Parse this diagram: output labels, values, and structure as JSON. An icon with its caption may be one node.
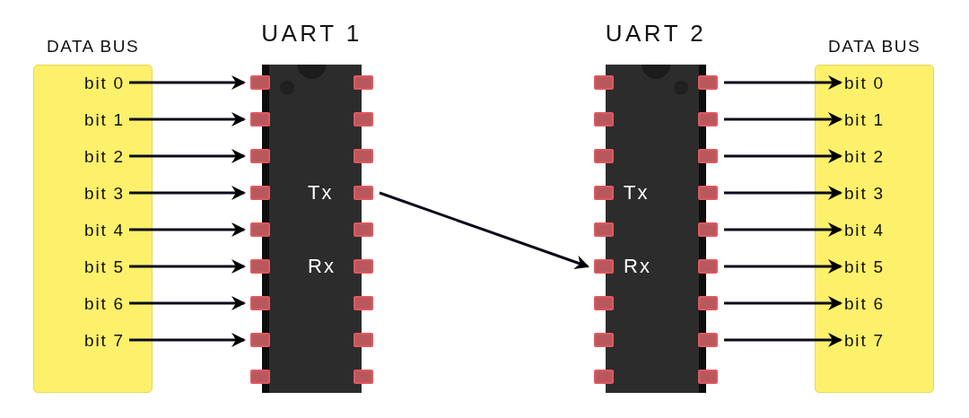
{
  "diagram": {
    "nodes": [
      {
        "text": [
          "DATA BUS"
        ]
      },
      {
        "text": [
          "bit 0"
        ],
        "in": 0
      },
      {
        "text": [
          "bit 1"
        ],
        "in": 0
      },
      {
        "text": [
          "bit 2"
        ],
        "in": 0
      },
      {
        "text": [
          "bit 3"
        ],
        "in": 0
      },
      {
        "text": [
          "bit 4"
        ],
        "in": 0
      },
      {
        "text": [
          "bit 5"
        ],
        "in": 0
      },
      {
        "text": [
          "bit 6"
        ],
        "in": 0
      },
      {
        "text": [
          "bit 7"
        ],
        "in": 0
      },
      {
        "text": [
          "UART 1",
          "Tx",
          "Rx"
        ]
      },
      {
        "text": [
          "UART 2",
          "Tx",
          "Rx"
        ]
      },
      {
        "text": [
          "DATA BUS"
        ]
      },
      {
        "text": [
          "bit 0"
        ],
        "in": 11
      },
      {
        "text": [
          "bit 1"
        ],
        "in": 11
      },
      {
        "text": [
          "bit 2"
        ],
        "in": 11
      },
      {
        "text": [
          "bit 3"
        ],
        "in": 11
      },
      {
        "text": [
          "bit 4"
        ],
        "in": 11
      },
      {
        "text": [
          "bit 5"
        ],
        "in": 11
      },
      {
        "text": [
          "bit 6"
        ],
        "in": 11
      },
      {
        "text": [
          "bit 7"
        ],
        "in": 11
      }
    ],
    "edges": [
      {
        "from": 1,
        "to": 9,
        "arrow": "to"
      },
      {
        "from": 2,
        "to": 9,
        "arrow": "to"
      },
      {
        "from": 3,
        "to": 9,
        "arrow": "to"
      },
      {
        "from": 4,
        "to": 9,
        "arrow": "to"
      },
      {
        "from": 5,
        "to": 9,
        "arrow": "to"
      },
      {
        "from": 6,
        "to": 9,
        "arrow": "to"
      },
      {
        "from": 7,
        "to": 9,
        "arrow": "to"
      },
      {
        "from": 8,
        "to": 9,
        "arrow": "to"
      },
      {
        "from": 9,
        "to": 10,
        "arrow": "to"
      },
      {
        "from": 10,
        "to": 12,
        "arrow": "to"
      },
      {
        "from": 10,
        "to": 13,
        "arrow": "to"
      },
      {
        "from": 10,
        "to": 14,
        "arrow": "to"
      },
      {
        "from": 10,
        "to": 15,
        "arrow": "to"
      },
      {
        "from": 10,
        "to": 16,
        "arrow": "to"
      },
      {
        "from": 10,
        "to": 17,
        "arrow": "to"
      },
      {
        "from": 10,
        "to": 18,
        "arrow": "to"
      },
      {
        "from": 10,
        "to": 19,
        "arrow": "to"
      }
    ]
  }
}
